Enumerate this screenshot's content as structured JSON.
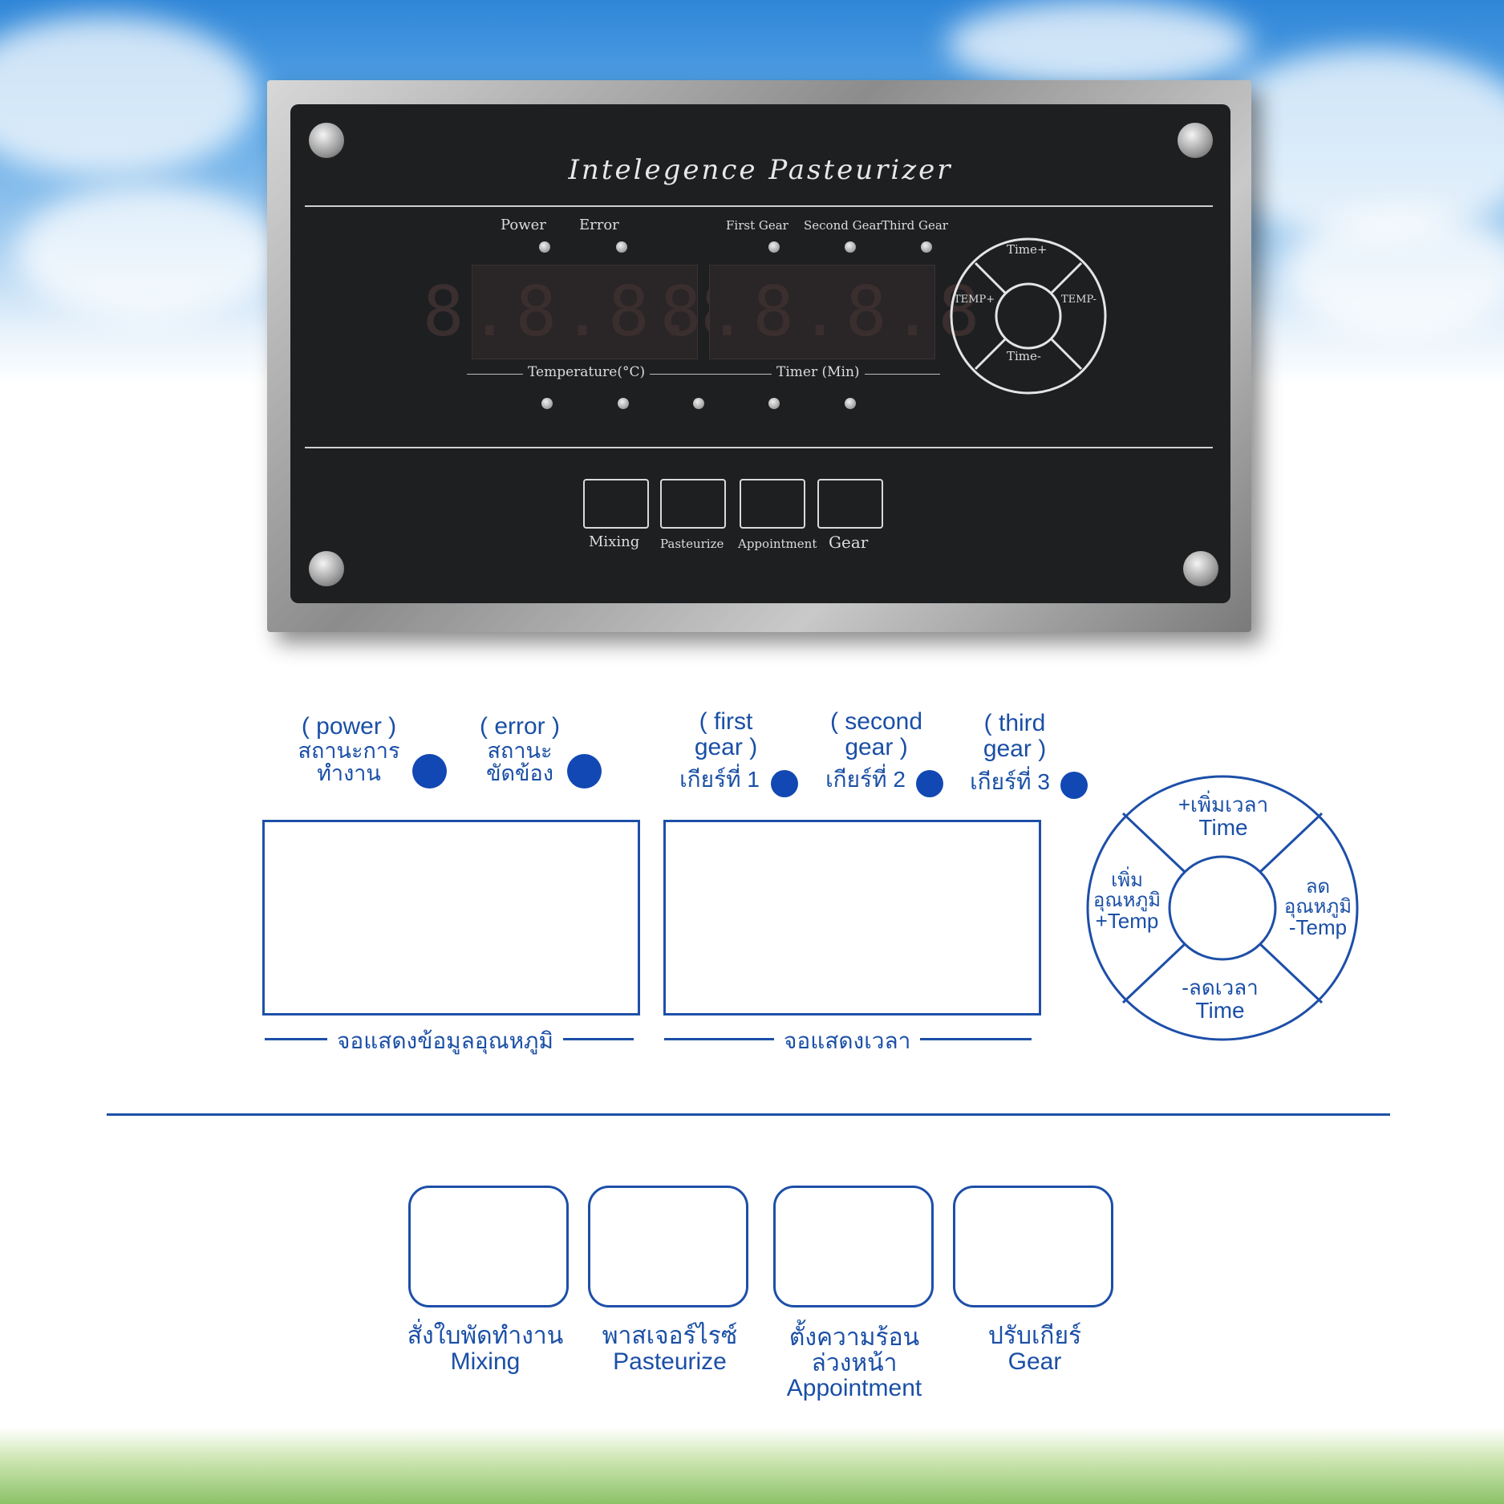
{
  "device": {
    "title": "Intelegence  Pasteurizer",
    "indicators": {
      "power": "Power",
      "error": "Error",
      "first_gear": "First Gear",
      "second_gear": "Second Gear",
      "third_gear": "Third Gear"
    },
    "display_labels": {
      "temperature": "Temperature(°C)",
      "timer": "Timer (Min)"
    },
    "display_digits": {
      "temperature": "8.8.8.8",
      "timer": "8.8.8.8"
    },
    "dial": {
      "time_plus": "Time+",
      "time_minus": "Time-",
      "temp_plus": "TEMP+",
      "temp_minus": "TEMP-"
    },
    "buttons": [
      "Mixing",
      "Pasteurize",
      "Appointment",
      "Gear"
    ]
  },
  "diagram": {
    "indicators": [
      {
        "en": "( power )",
        "th": [
          "สถานะการ",
          "ทำงาน"
        ]
      },
      {
        "en": "( error )",
        "th": [
          "สถานะ",
          "ขัดข้อง"
        ]
      },
      {
        "en": [
          "( first",
          "gear )"
        ],
        "th": "เกียร์ที่ 1"
      },
      {
        "en": [
          "( second",
          "gear )"
        ],
        "th": "เกียร์ที่ 2"
      },
      {
        "en": [
          "( third",
          "gear )"
        ],
        "th": "เกียร์ที่ 3"
      }
    ],
    "temp_display_caption": "จอแสดงข้อมูลอุณหภูมิ",
    "time_display_caption": "จอแสดงเวลา",
    "dial": {
      "top": [
        "+เพิ่มเวลา",
        "Time"
      ],
      "bottom": [
        "-ลดเวลา",
        "Time"
      ],
      "left": [
        "เพิ่ม",
        "อุณหภูมิ",
        "+Temp"
      ],
      "right": [
        "ลด",
        "อุณหภูมิ",
        "-Temp"
      ]
    },
    "buttons": [
      {
        "th": "สั่งใบพัดทำงาน",
        "en": "Mixing"
      },
      {
        "th": "พาสเจอร์ไรซ์",
        "en": "Pasteurize"
      },
      {
        "th": [
          "ตั้งความร้อน",
          "ล่วงหน้า"
        ],
        "en": "Appointment"
      },
      {
        "th": "ปรับเกียร์",
        "en": "Gear"
      }
    ]
  }
}
